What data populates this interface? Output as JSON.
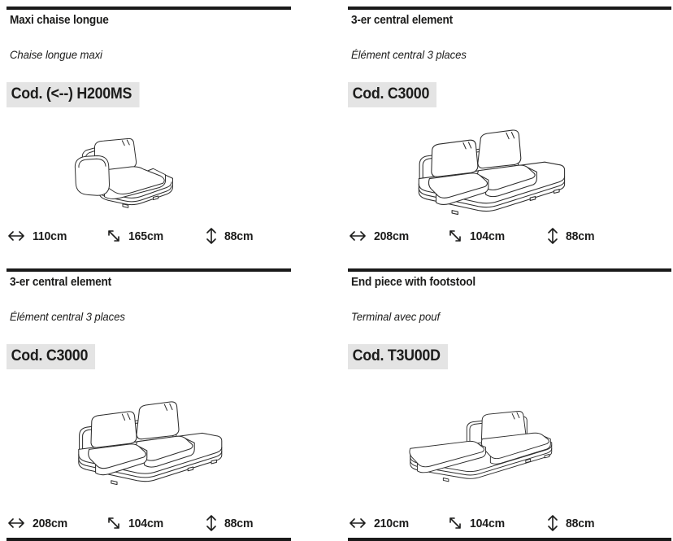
{
  "page": {
    "background": "#ffffff",
    "rule_color": "#1a1a1a",
    "text_color": "#1c1c1b",
    "code_box_bg": "#e4e4e4",
    "drawing_line_color": "#2d2d2d"
  },
  "dim_icon_legend": {
    "width-arrow": "horizontal double-headed arrow",
    "depth-arrow": "diagonal double-headed arrow",
    "height-arrow": "vertical double-headed arrow"
  },
  "panels": [
    {
      "title": "Maxi chaise longue",
      "subtitle": "Chaise longue maxi",
      "code": "Cod. (<--) H200MS",
      "drawing": "maxi-chaise-longue",
      "dims": [
        {
          "icon": "width-arrow",
          "value": "110cm"
        },
        {
          "icon": "depth-arrow",
          "value": "165cm"
        },
        {
          "icon": "height-arrow",
          "value": "88cm"
        }
      ]
    },
    {
      "title": "3-er central element",
      "subtitle": "Élément central 3 places",
      "code": "Cod. C3000",
      "drawing": "3-seater-central-element",
      "dims": [
        {
          "icon": "width-arrow",
          "value": "208cm"
        },
        {
          "icon": "depth-arrow",
          "value": "104cm"
        },
        {
          "icon": "height-arrow",
          "value": "88cm"
        }
      ]
    },
    {
      "title": "3-er central element",
      "subtitle": "Élément central 3 places",
      "code": "Cod. C3000",
      "drawing": "3-seater-central-element",
      "dims": [
        {
          "icon": "width-arrow",
          "value": "208cm"
        },
        {
          "icon": "depth-arrow",
          "value": "104cm"
        },
        {
          "icon": "height-arrow",
          "value": "88cm"
        }
      ]
    },
    {
      "title": "End piece with footstool",
      "subtitle": "Terminal avec pouf",
      "code": "Cod. T3U00D",
      "drawing": "end-piece-with-footstool",
      "dims": [
        {
          "icon": "width-arrow",
          "value": "210cm"
        },
        {
          "icon": "depth-arrow",
          "value": "104cm"
        },
        {
          "icon": "height-arrow",
          "value": "88cm"
        }
      ]
    }
  ]
}
